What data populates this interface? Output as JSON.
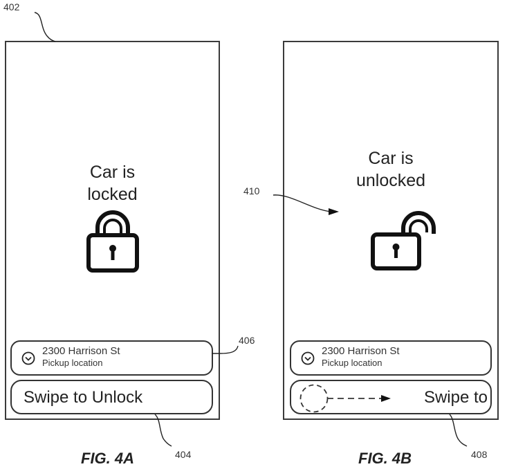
{
  "reference_labels": {
    "device_a": "402",
    "swipe_control_a": "404",
    "location_box": "406",
    "swipe_control_b": "408",
    "unlocked_indicator": "410"
  },
  "figure_a": {
    "caption": "FIG. 4A",
    "status_line1": "Car is",
    "status_line2": "locked",
    "lock_icon": "locked-padlock",
    "location": {
      "icon": "chevron-down-circle",
      "address": "2300 Harrison St",
      "subtitle": "Pickup location"
    },
    "swipe_label": "Swipe to Unlock"
  },
  "figure_b": {
    "caption": "FIG. 4B",
    "status_line1": "Car is",
    "status_line2": "unlocked",
    "lock_icon": "unlocked-padlock",
    "location": {
      "icon": "chevron-down-circle",
      "address": "2300 Harrison St",
      "subtitle": "Pickup location"
    },
    "swipe_label": "Swipe to",
    "swipe_handle_icon": "dashed-circle-handle",
    "swipe_direction_icon": "dashed-arrow-right"
  }
}
